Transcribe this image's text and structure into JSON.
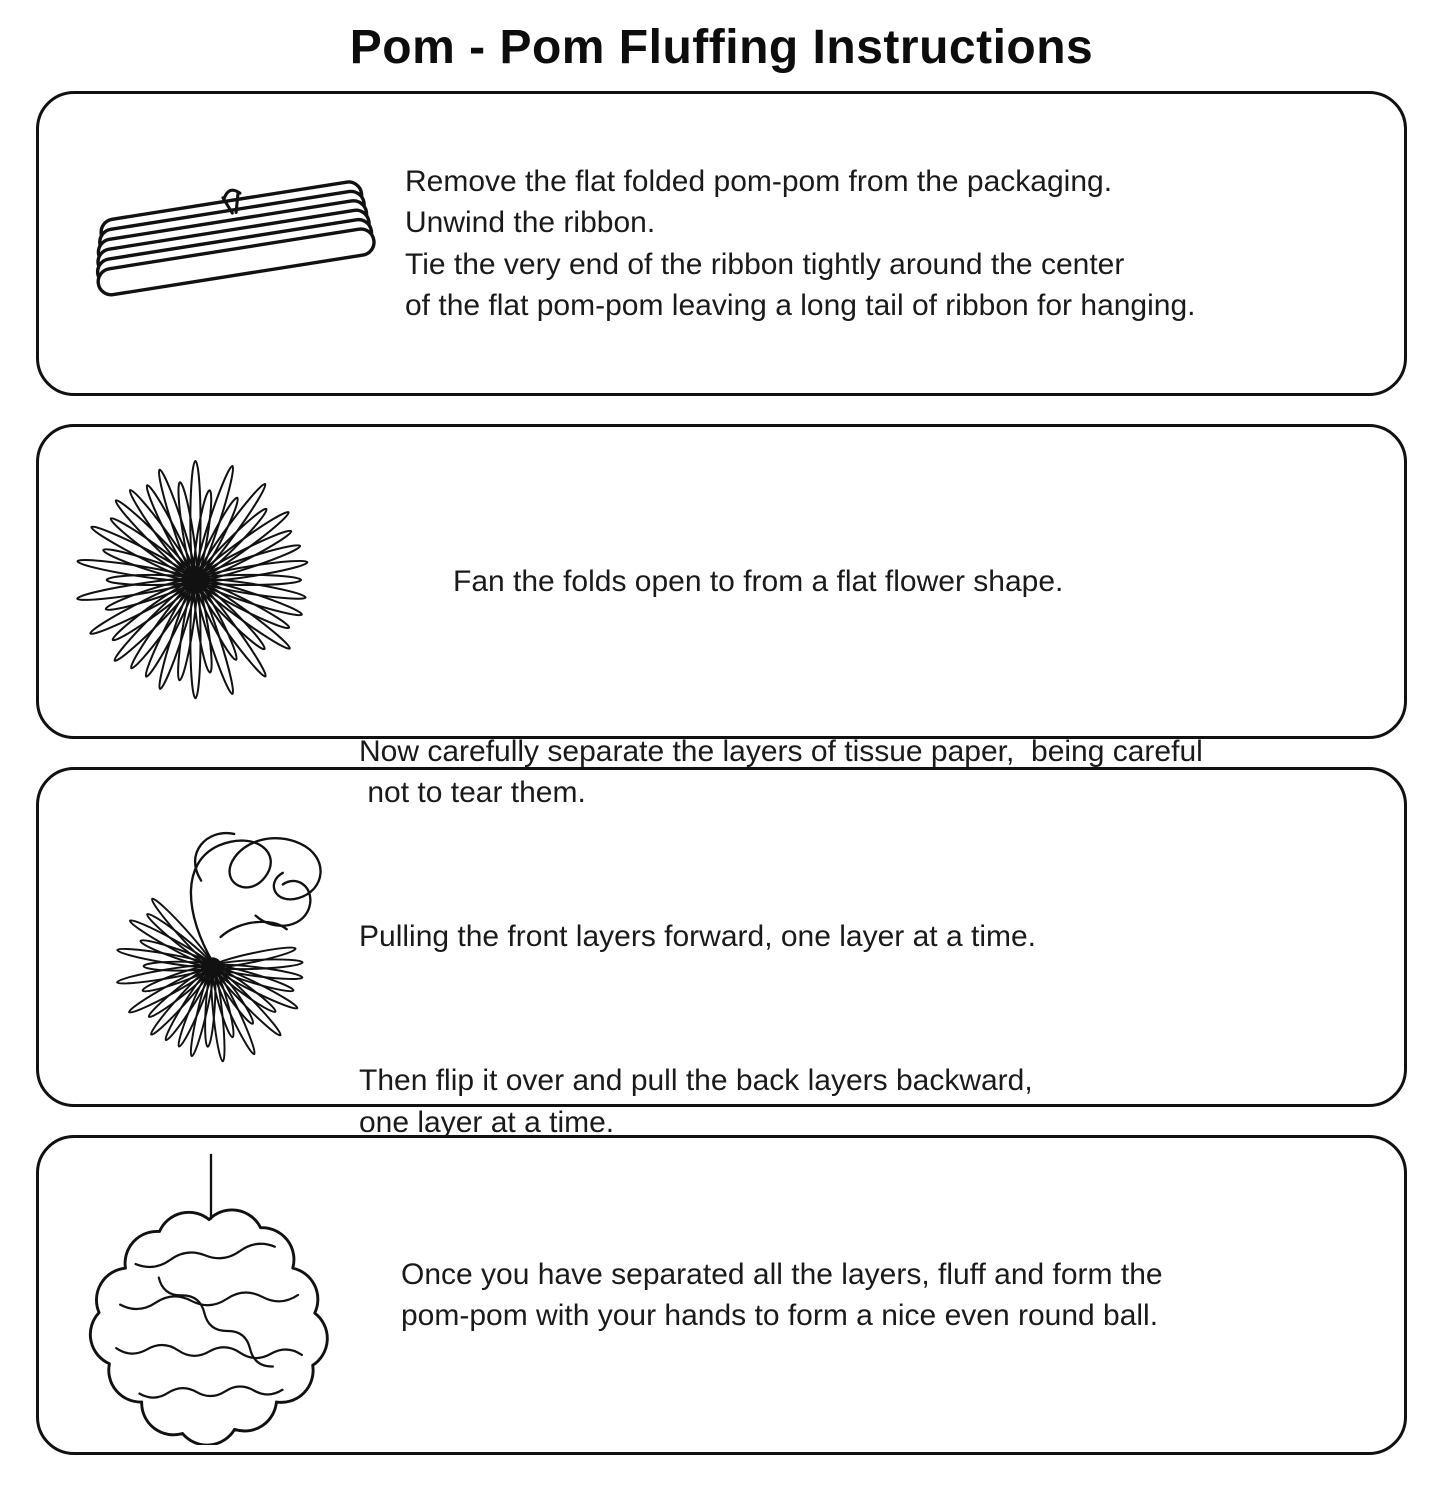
{
  "title": "Pom - Pom Fluffing Instructions",
  "colors": {
    "ink": "#111111",
    "paper": "#ffffff"
  },
  "steps": {
    "step1": {
      "illustration": "flat-folded-pompom",
      "text": "Remove the flat folded pom-pom from the packaging.\nUnwind the ribbon.\nTie the very end of the ribbon tightly around the center\nof the flat pom-pom leaving a long tail of ribbon for hanging."
    },
    "step2": {
      "illustration": "fan-flower",
      "text": "Fan the folds open to from a flat flower shape."
    },
    "step3": {
      "illustration": "half-fluffed-pompom",
      "paragraphs": [
        "Now carefully separate the layers of tissue paper,  being careful\n not to tear them.",
        "Pulling the front layers forward, one layer at a time.",
        "Then flip it over and pull the back layers backward,\none layer at a time."
      ]
    },
    "step4": {
      "illustration": "round-pompom-ball",
      "text": "Once you have separated all the layers, fluff and form the\npom-pom with your hands to form a nice even round ball."
    }
  }
}
